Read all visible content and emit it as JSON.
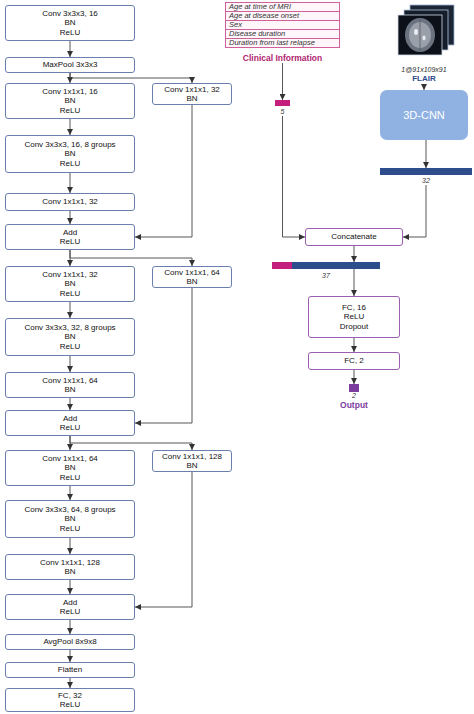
{
  "diagram": {
    "nodes": [
      {
        "text": [
          "Conv 3x3x3, 16",
          "BN",
          "ReLU"
        ]
      },
      {
        "text": [
          "MaxPool 3x3x3"
        ]
      },
      {
        "text": [
          "Conv 1x1x1, 16",
          "BN",
          "ReLU"
        ]
      },
      {
        "text": [
          "Conv 1x1x1, 32",
          "BN"
        ]
      },
      {
        "text": [
          "Conv 3x3x3, 16, 8 groups",
          "BN",
          "ReLU"
        ]
      },
      {
        "text": [
          "Conv 1x1x1, 32"
        ]
      },
      {
        "text": [
          "Add",
          "ReLU"
        ]
      },
      {
        "text": [
          "Conv 1x1x1, 32",
          "BN",
          "ReLU"
        ]
      },
      {
        "text": [
          "Conv 1x1x1, 64",
          "BN"
        ]
      },
      {
        "text": [
          "Conv 3x3x3, 32, 8 groups",
          "BN",
          "ReLU"
        ]
      },
      {
        "text": [
          "Conv 1x1x1, 64",
          "BN"
        ]
      },
      {
        "text": [
          "Add",
          "ReLU"
        ]
      },
      {
        "text": [
          "Conv 1x1x1, 64",
          "BN",
          "ReLU"
        ]
      },
      {
        "text": [
          "Conv 1x1x1, 128",
          "BN"
        ]
      },
      {
        "text": [
          "Conv 3x3x3, 64, 8 groups",
          "BN",
          "ReLU"
        ]
      },
      {
        "text": [
          "Conv 1x1x1, 128",
          "BN"
        ]
      },
      {
        "text": [
          "Add",
          "ReLU"
        ]
      },
      {
        "text": [
          "AvgPool 8x9x8"
        ]
      },
      {
        "text": [
          "Flatten"
        ]
      },
      {
        "text": [
          "FC, 32",
          "ReLU"
        ]
      },
      {
        "text": [
          "Age at time of MRI",
          "Age at disease onset",
          "Sex",
          "Disease duration",
          "Duration from last relapse",
          "Clinical Information"
        ]
      },
      {
        "text": [
          "5"
        ]
      },
      {
        "text": [
          "1@91x109x91",
          "FLAIR"
        ]
      },
      {
        "text": [
          "3D-CNN"
        ]
      },
      {
        "text": [
          "32"
        ]
      },
      {
        "text": [
          "Concatenate"
        ]
      },
      {
        "text": [
          "37"
        ]
      },
      {
        "text": [
          "FC, 16",
          "ReLU",
          "Dropout"
        ]
      },
      {
        "text": [
          "FC, 2"
        ]
      },
      {
        "text": [
          "2",
          "Output"
        ]
      }
    ],
    "edges": [
      {
        "from": 0,
        "to": 1,
        "arrow": "to"
      },
      {
        "from": 1,
        "to": 2,
        "arrow": "to"
      },
      {
        "from": 1,
        "to": 3,
        "arrow": "to"
      },
      {
        "from": 2,
        "to": 4,
        "arrow": "to"
      },
      {
        "from": 4,
        "to": 5,
        "arrow": "to"
      },
      {
        "from": 5,
        "to": 6,
        "arrow": "to"
      },
      {
        "from": 3,
        "to": 6,
        "arrow": "to"
      },
      {
        "from": 6,
        "to": 7,
        "arrow": "to"
      },
      {
        "from": 6,
        "to": 8,
        "arrow": "to"
      },
      {
        "from": 7,
        "to": 9,
        "arrow": "to"
      },
      {
        "from": 9,
        "to": 10,
        "arrow": "to"
      },
      {
        "from": 10,
        "to": 11,
        "arrow": "to"
      },
      {
        "from": 8,
        "to": 11,
        "arrow": "to"
      },
      {
        "from": 11,
        "to": 12,
        "arrow": "to"
      },
      {
        "from": 11,
        "to": 13,
        "arrow": "to"
      },
      {
        "from": 12,
        "to": 14,
        "arrow": "to"
      },
      {
        "from": 14,
        "to": 15,
        "arrow": "to"
      },
      {
        "from": 15,
        "to": 16,
        "arrow": "to"
      },
      {
        "from": 13,
        "to": 16,
        "arrow": "to"
      },
      {
        "from": 16,
        "to": 17,
        "arrow": "to"
      },
      {
        "from": 17,
        "to": 18,
        "arrow": "to"
      },
      {
        "from": 18,
        "to": 19,
        "arrow": "to"
      },
      {
        "from": 20,
        "to": 21,
        "arrow": "to"
      },
      {
        "from": 21,
        "to": 25,
        "arrow": "to"
      },
      {
        "from": 22,
        "to": 23,
        "arrow": "to"
      },
      {
        "from": 23,
        "to": 24,
        "arrow": "to"
      },
      {
        "from": 24,
        "to": 25,
        "arrow": "to"
      },
      {
        "from": 25,
        "to": 26,
        "arrow": "to"
      },
      {
        "from": 26,
        "to": 27,
        "arrow": "to"
      },
      {
        "from": 27,
        "to": 28,
        "arrow": "to"
      },
      {
        "from": 28,
        "to": 29,
        "arrow": "to"
      }
    ]
  }
}
